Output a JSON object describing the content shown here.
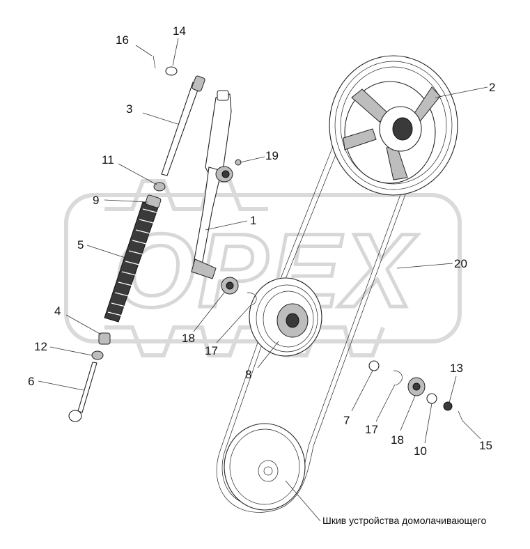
{
  "watermark": {
    "text": "OPEX",
    "color": "#d9d9d9"
  },
  "callouts": [
    {
      "id": "c16",
      "label": "16"
    },
    {
      "id": "c14",
      "label": "14"
    },
    {
      "id": "c3",
      "label": "3"
    },
    {
      "id": "c11",
      "label": "11"
    },
    {
      "id": "c19",
      "label": "19"
    },
    {
      "id": "c9",
      "label": "9"
    },
    {
      "id": "c1",
      "label": "1"
    },
    {
      "id": "c5",
      "label": "5"
    },
    {
      "id": "c2",
      "label": "2"
    },
    {
      "id": "c20",
      "label": "20"
    },
    {
      "id": "c4",
      "label": "4"
    },
    {
      "id": "c18a",
      "label": "18"
    },
    {
      "id": "c17a",
      "label": "17"
    },
    {
      "id": "c12",
      "label": "12"
    },
    {
      "id": "c8",
      "label": "8"
    },
    {
      "id": "c6",
      "label": "6"
    },
    {
      "id": "c13",
      "label": "13"
    },
    {
      "id": "c7",
      "label": "7"
    },
    {
      "id": "c17b",
      "label": "17"
    },
    {
      "id": "c18b",
      "label": "18"
    },
    {
      "id": "c10",
      "label": "10"
    },
    {
      "id": "c15",
      "label": "15"
    }
  ],
  "caption": "Шкив устройства домолачивающего"
}
